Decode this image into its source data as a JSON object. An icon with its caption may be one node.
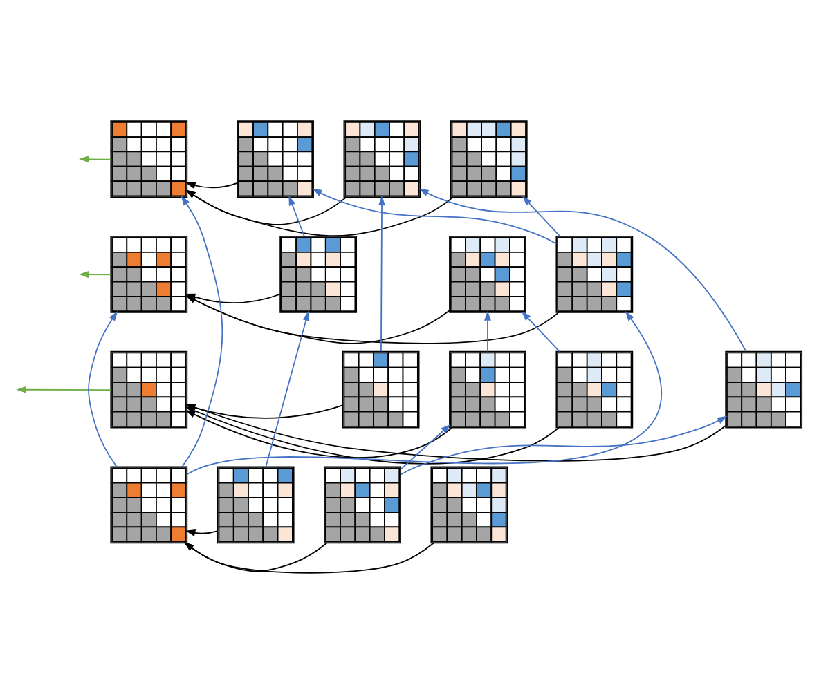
{
  "diagram": {
    "nodes": [
      {
        "text": [],
        "shape": "grid"
      },
      {
        "text": [],
        "shape": "grid"
      },
      {
        "text": [],
        "shape": "grid"
      },
      {
        "text": [],
        "shape": "grid"
      },
      {
        "text": [],
        "shape": "grid"
      },
      {
        "text": [],
        "shape": "grid"
      },
      {
        "text": [],
        "shape": "grid"
      },
      {
        "text": [],
        "shape": "grid"
      },
      {
        "text": [],
        "shape": "grid"
      },
      {
        "text": [],
        "shape": "grid"
      },
      {
        "text": [],
        "shape": "grid"
      },
      {
        "text": [],
        "shape": "grid"
      },
      {
        "text": [],
        "shape": "grid"
      },
      {
        "text": [],
        "shape": "grid"
      },
      {
        "text": [],
        "shape": "grid"
      },
      {
        "text": [],
        "shape": "grid"
      },
      {
        "text": [],
        "shape": "grid"
      }
    ],
    "edges": [
      {
        "from": 1,
        "to": 0,
        "arrow": "to",
        "color": "#000000"
      },
      {
        "from": 2,
        "to": 0,
        "arrow": "to",
        "color": "#000000"
      },
      {
        "from": 3,
        "to": 0,
        "arrow": "to",
        "color": "#000000"
      },
      {
        "from": 0,
        "to": null,
        "arrow": "to",
        "color": "#70ad47"
      },
      {
        "from": 5,
        "to": 4,
        "arrow": "to",
        "color": "#000000"
      },
      {
        "from": 6,
        "to": 4,
        "arrow": "to",
        "color": "#000000"
      },
      {
        "from": 7,
        "to": 4,
        "arrow": "to",
        "color": "#000000"
      },
      {
        "from": 4,
        "to": null,
        "arrow": "to",
        "color": "#70ad47"
      },
      {
        "from": 9,
        "to": 8,
        "arrow": "to",
        "color": "#000000"
      },
      {
        "from": 10,
        "to": 8,
        "arrow": "to",
        "color": "#000000"
      },
      {
        "from": 11,
        "to": 8,
        "arrow": "to",
        "color": "#000000"
      },
      {
        "from": 12,
        "to": 8,
        "arrow": "to",
        "color": "#000000"
      },
      {
        "from": 8,
        "to": null,
        "arrow": "to",
        "color": "#70ad47"
      },
      {
        "from": 14,
        "to": 13,
        "arrow": "to",
        "color": "#000000"
      },
      {
        "from": 15,
        "to": 13,
        "arrow": "to",
        "color": "#000000"
      },
      {
        "from": 16,
        "to": 13,
        "arrow": "to",
        "color": "#000000"
      },
      {
        "from": 13,
        "to": 0,
        "arrow": "to",
        "color": "#4472c4"
      },
      {
        "from": 5,
        "to": 1,
        "arrow": "to",
        "color": "#4472c4"
      },
      {
        "from": 7,
        "to": 1,
        "arrow": "to",
        "color": "#4472c4"
      },
      {
        "from": 9,
        "to": 2,
        "arrow": "to",
        "color": "#4472c4"
      },
      {
        "from": 12,
        "to": 2,
        "arrow": "to",
        "color": "#4472c4"
      },
      {
        "from": 7,
        "to": 3,
        "arrow": "to",
        "color": "#4472c4"
      },
      {
        "from": 13,
        "to": 4,
        "arrow": "to",
        "color": "#4472c4"
      },
      {
        "from": 14,
        "to": 5,
        "arrow": "to",
        "color": "#4472c4"
      },
      {
        "from": 10,
        "to": 6,
        "arrow": "to",
        "color": "#4472c4"
      },
      {
        "from": 11,
        "to": 6,
        "arrow": "to",
        "color": "#4472c4"
      },
      {
        "from": 13,
        "to": 7,
        "arrow": "to",
        "color": "#4472c4"
      },
      {
        "from": 15,
        "to": 10,
        "arrow": "to",
        "color": "#4472c4"
      },
      {
        "from": 15,
        "to": 12,
        "arrow": "to",
        "color": "#4472c4"
      }
    ]
  }
}
